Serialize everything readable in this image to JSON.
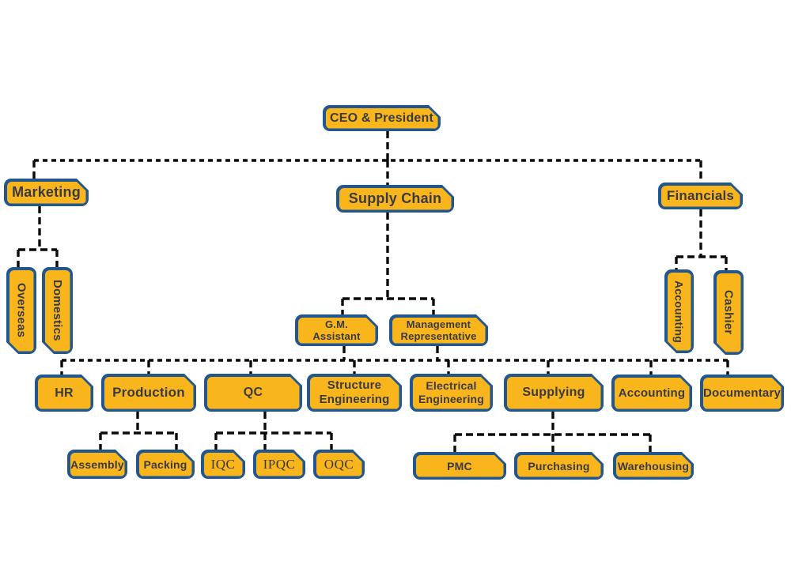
{
  "diagram_type": "org-chart",
  "colors": {
    "box_fill": "#F8B61C",
    "box_border": "#21568F",
    "label_text": "#3A3A47",
    "connector_line": "#0A0A0A",
    "background": "#FFFFFF"
  },
  "nodes": {
    "ceo": {
      "label": "CEO & President"
    },
    "marketing": {
      "label": "Marketing"
    },
    "supply_chain": {
      "label": "Supply Chain"
    },
    "financials": {
      "label": "Financials"
    },
    "overseas": {
      "label": "Overseas"
    },
    "domestics": {
      "label": "Domestics"
    },
    "gm_assistant": {
      "line1": "G.M.",
      "line2": "Assistant"
    },
    "management_representative": {
      "line1": "Management",
      "line2": "Representative"
    },
    "accounting_vertical": {
      "label": "Accounting"
    },
    "cashier": {
      "label": "Cashier"
    },
    "hr": {
      "label": "HR"
    },
    "production": {
      "label": "Production"
    },
    "qc": {
      "label": "QC"
    },
    "structure_engineering": {
      "line1": "Structure",
      "line2": "Engineering"
    },
    "electrical_engineering": {
      "line1": "Electrical",
      "line2": "Engineering"
    },
    "supplying": {
      "label": "Supplying"
    },
    "accounting": {
      "label": "Accounting"
    },
    "documentary": {
      "label": "Documentary"
    },
    "assembly": {
      "label": "Assembly"
    },
    "packing": {
      "label": "Packing"
    },
    "iqc": {
      "label": "IQC"
    },
    "ipqc": {
      "label": "IPQC"
    },
    "oqc": {
      "label": "OQC"
    },
    "pmc": {
      "label": "PMC"
    },
    "purchasing": {
      "label": "Purchasing"
    },
    "warehousing": {
      "label": "Warehousing"
    }
  },
  "hierarchy": {
    "ceo": [
      "marketing",
      "supply_chain",
      "financials"
    ],
    "marketing": [
      "overseas",
      "domestics"
    ],
    "supply_chain": [
      "gm_assistant",
      "management_representative"
    ],
    "financials": [
      "accounting_vertical",
      "cashier"
    ],
    "management_level_departments": [
      "hr",
      "production",
      "qc",
      "structure_engineering",
      "electrical_engineering",
      "supplying",
      "accounting",
      "documentary"
    ],
    "production": [
      "assembly",
      "packing"
    ],
    "qc": [
      "iqc",
      "ipqc",
      "oqc"
    ],
    "supplying": [
      "pmc",
      "purchasing",
      "warehousing"
    ]
  }
}
